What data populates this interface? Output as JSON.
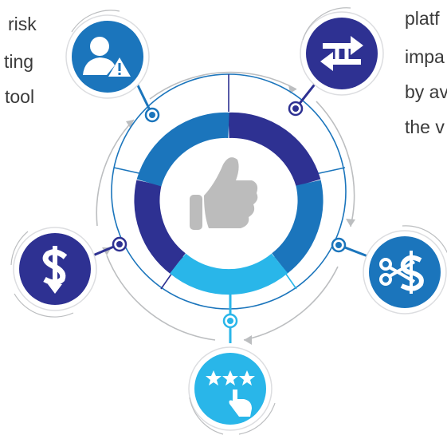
{
  "left_text": [
    "risk",
    "ting",
    "tool"
  ],
  "right_text": [
    "platf",
    "impa",
    "by av",
    "the v"
  ],
  "icons": {
    "risk": "user-warning-icon",
    "exchange": "exchange-arrows-icon",
    "cost_cut": "scissors-dollar-icon",
    "rating": "stars-click-icon",
    "money": "dollar-down-icon",
    "center": "thumbs-up-icon"
  },
  "colors": {
    "navy": "#2e3192",
    "blue": "#1b75bc",
    "sky": "#29b6e9",
    "gray": "#bcbec0",
    "thumb": "#bcbcbc"
  }
}
